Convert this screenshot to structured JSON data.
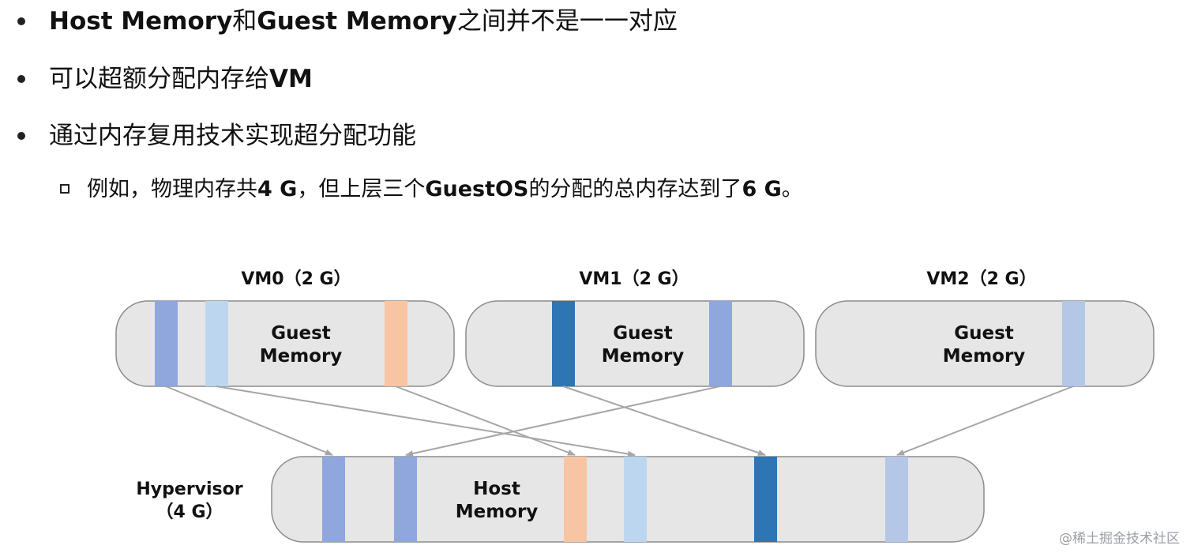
{
  "bullets": [
    {
      "part1": "Host Memory",
      "part2": "和",
      "part3": "Guest Memory",
      "part4": "之间并不是一一对应"
    },
    {
      "part1": "可以超额分配内存给",
      "part2": "VM"
    },
    {
      "text": "通过内存复用技术实现超分配功能"
    }
  ],
  "sub_bullet": {
    "p1": "例如，物理内存共",
    "p2": "4 G",
    "p3": "，但上层三个",
    "p4": "GuestOS",
    "p5": "的分配的总内存达到了",
    "p6": "6 G",
    "p7": "。"
  },
  "diagram": {
    "vms": [
      {
        "title": "VM0（2 G）",
        "line1": "Guest",
        "line2": "Memory"
      },
      {
        "title": "VM1（2 G）",
        "line1": "Guest",
        "line2": "Memory"
      },
      {
        "title": "VM2（2 G）",
        "line1": "Guest",
        "line2": "Memory"
      }
    ],
    "host": {
      "line1": "Host",
      "line2": "Memory"
    },
    "hypervisor": {
      "line1": "Hypervisor",
      "line2": "（4 G）"
    },
    "colors": {
      "box_fill": "#e6e6e6",
      "box_stroke": "#8c8c8c",
      "arrow": "#a6a6a6",
      "block_periwinkle": "#8fa7dc",
      "block_lightblue": "#bcd6ef",
      "block_peach": "#f7c5a4",
      "block_darkblue": "#2e75b6",
      "block_paleblue": "#b4c7e7"
    }
  },
  "watermark": "@稀土掘金技术社区"
}
